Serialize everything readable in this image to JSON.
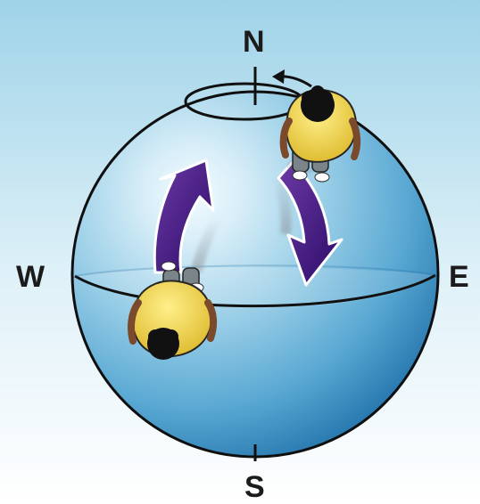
{
  "diagram": {
    "compass": {
      "north": "N",
      "south": "S",
      "east": "E",
      "west": "W"
    },
    "colors": {
      "sky_top": "#a9d8ea",
      "sky_bottom": "#ffffff",
      "globe_light": "#d9eef8",
      "globe_mid": "#7fc0df",
      "globe_dark": "#2d7fb8",
      "arrow_purple": "#4b1e87",
      "shirt_yellow": "#f0d94b",
      "hair_black": "#111111",
      "pants_gray": "#7a8488"
    }
  }
}
